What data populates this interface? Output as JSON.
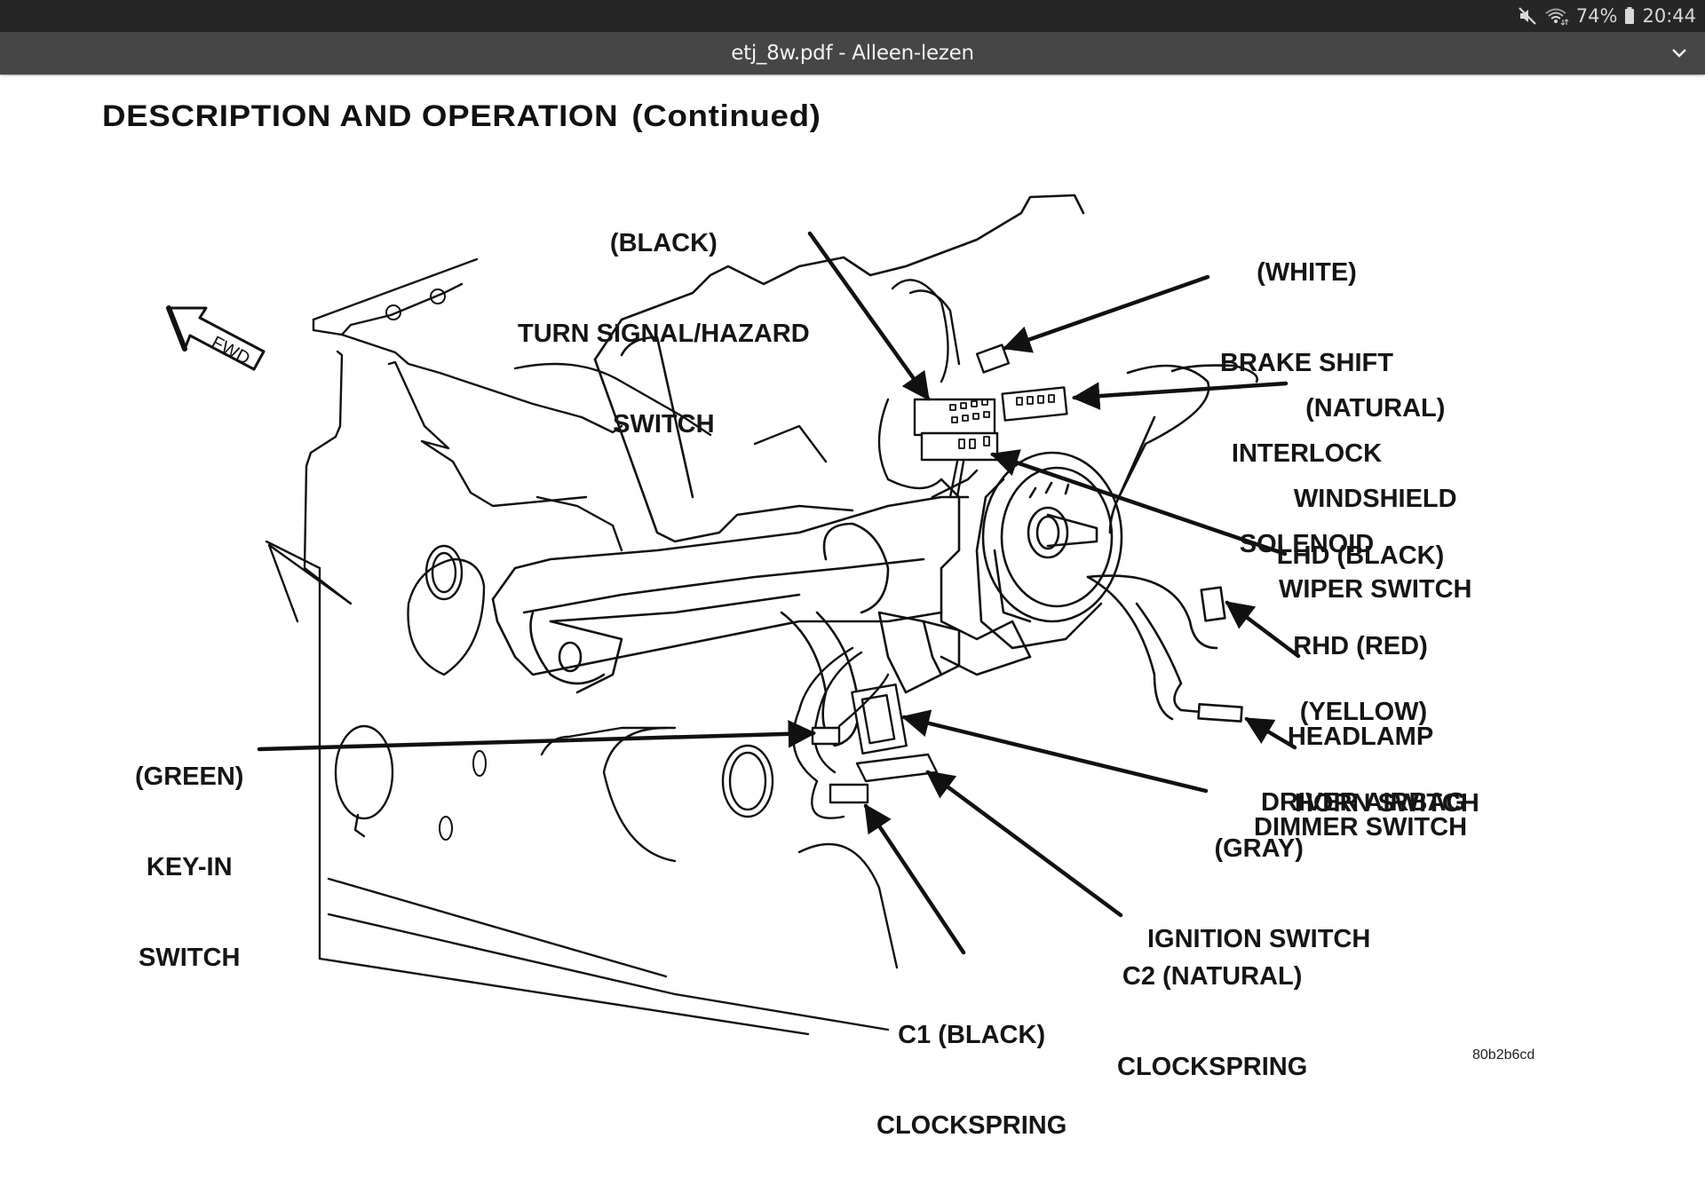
{
  "status_bar": {
    "icons": [
      "mute-icon",
      "wifi-icon",
      "battery-icon"
    ],
    "battery_percent": "74%",
    "time": "20:44"
  },
  "title_bar": {
    "title": "etj_8w.pdf - Alleen-lezen",
    "menu_icon": "chevron-down-icon"
  },
  "document": {
    "heading": "DESCRIPTION AND OPERATION",
    "heading_suffix": "(Continued)",
    "fwd_label": "FWD",
    "figure_id": "80b2b6cd",
    "callouts": {
      "turn_signal": [
        "(BLACK)",
        "TURN SIGNAL/HAZARD",
        "SWITCH"
      ],
      "brake_shift": [
        "(WHITE)",
        "BRAKE SHIFT",
        "INTERLOCK",
        "SOLENOID"
      ],
      "wiper": [
        "(NATURAL)",
        "WINDSHIELD",
        "WIPER SWITCH"
      ],
      "headlamp": [
        "LHD (BLACK)",
        "RHD (RED)",
        "HEADLAMP",
        "DIMMER SWITCH"
      ],
      "airbag": [
        "(YELLOW)",
        "DRIVER AIRBAG"
      ],
      "horn": [
        "HORN SWITCH"
      ],
      "key_in": [
        "(GREEN)",
        "KEY-IN",
        "SWITCH"
      ],
      "ignition": [
        "(GRAY)",
        "IGNITION SWITCH"
      ],
      "c2": [
        "C2 (NATURAL)",
        "CLOCKSPRING"
      ],
      "c1": [
        "C1 (BLACK)",
        "CLOCKSPRING"
      ]
    }
  }
}
